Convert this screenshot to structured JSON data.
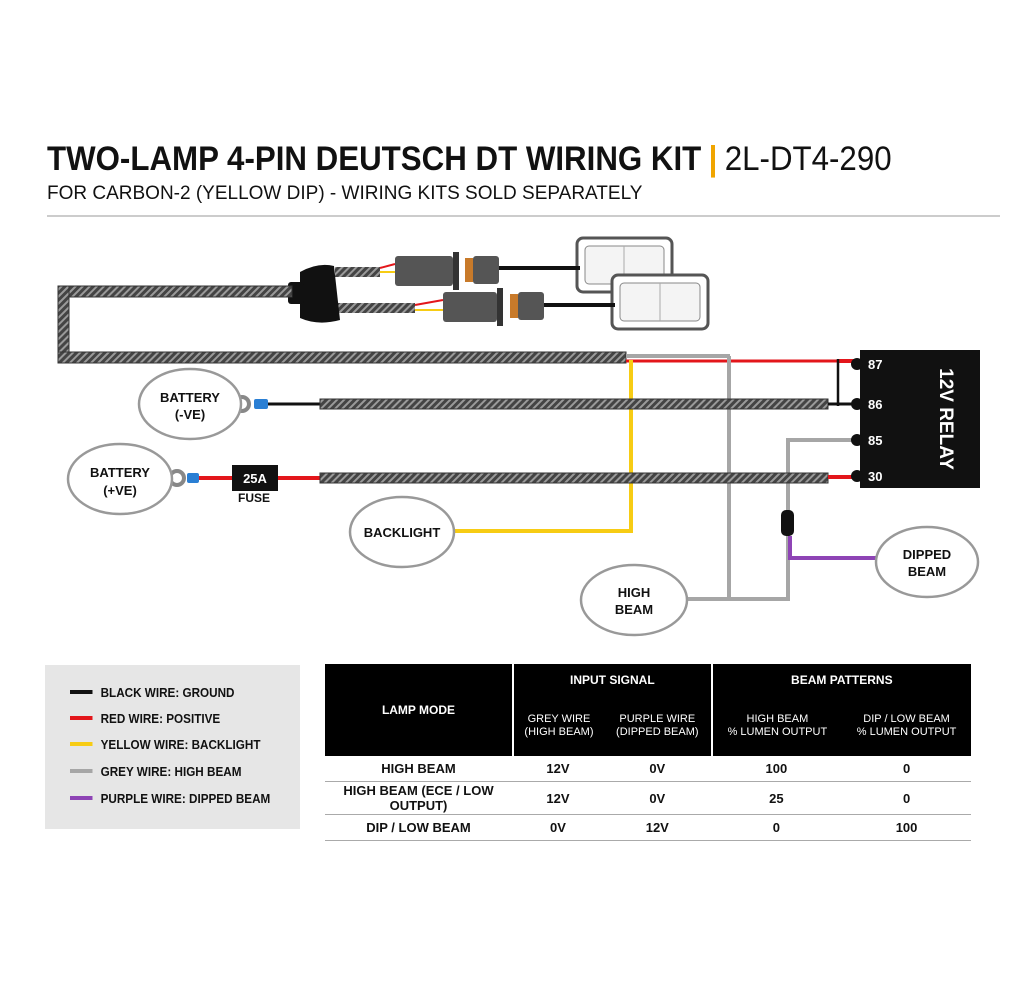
{
  "header": {
    "title": "TWO-LAMP 4-PIN DEUTSCH DT WIRING KIT",
    "separator": "|",
    "part_number": "2L-DT4-290",
    "subtitle": "FOR CARBON-2 (YELLOW DIP) - WIRING KITS SOLD SEPARATELY"
  },
  "colors": {
    "accent": "#f0a500",
    "black": "#111111",
    "red": "#e3161b",
    "yellow": "#f7cc14",
    "grey": "#a6a6a6",
    "purple": "#8e44b5"
  },
  "diagram": {
    "battery_neg": [
      "BATTERY",
      "(-VE)"
    ],
    "battery_pos": [
      "BATTERY",
      "(+VE)"
    ],
    "fuse_rating": "25A",
    "fuse_label": "FUSE",
    "backlight": "BACKLIGHT",
    "high_beam": [
      "HIGH",
      "BEAM"
    ],
    "dipped_beam": [
      "DIPPED",
      "BEAM"
    ],
    "relay_label": "12V RELAY",
    "relay_pins": [
      "87",
      "86",
      "85",
      "30"
    ]
  },
  "legend": [
    {
      "label": "BLACK WIRE: GROUND",
      "color": "#111111"
    },
    {
      "label": "RED WIRE: POSITIVE",
      "color": "#e3161b"
    },
    {
      "label": "YELLOW WIRE: BACKLIGHT",
      "color": "#f7cc14"
    },
    {
      "label": "GREY WIRE: HIGH BEAM",
      "color": "#a6a6a6"
    },
    {
      "label": "PURPLE WIRE: DIPPED BEAM",
      "color": "#8e44b5"
    }
  ],
  "table": {
    "lamp_mode": "LAMP MODE",
    "input_signal": "INPUT SIGNAL",
    "beam_patterns": "BEAM PATTERNS",
    "sub": [
      [
        "GREY WIRE",
        "(HIGH BEAM)"
      ],
      [
        "PURPLE WIRE",
        "(DIPPED BEAM)"
      ],
      [
        "HIGH BEAM",
        "% LUMEN OUTPUT"
      ],
      [
        "DIP / LOW BEAM",
        "% LUMEN OUTPUT"
      ]
    ],
    "rows": [
      [
        "HIGH BEAM",
        "12V",
        "0V",
        "100",
        "0"
      ],
      [
        "HIGH BEAM (ECE / LOW OUTPUT)",
        "12V",
        "0V",
        "25",
        "0"
      ],
      [
        "DIP / LOW BEAM",
        "0V",
        "12V",
        "0",
        "100"
      ]
    ]
  }
}
